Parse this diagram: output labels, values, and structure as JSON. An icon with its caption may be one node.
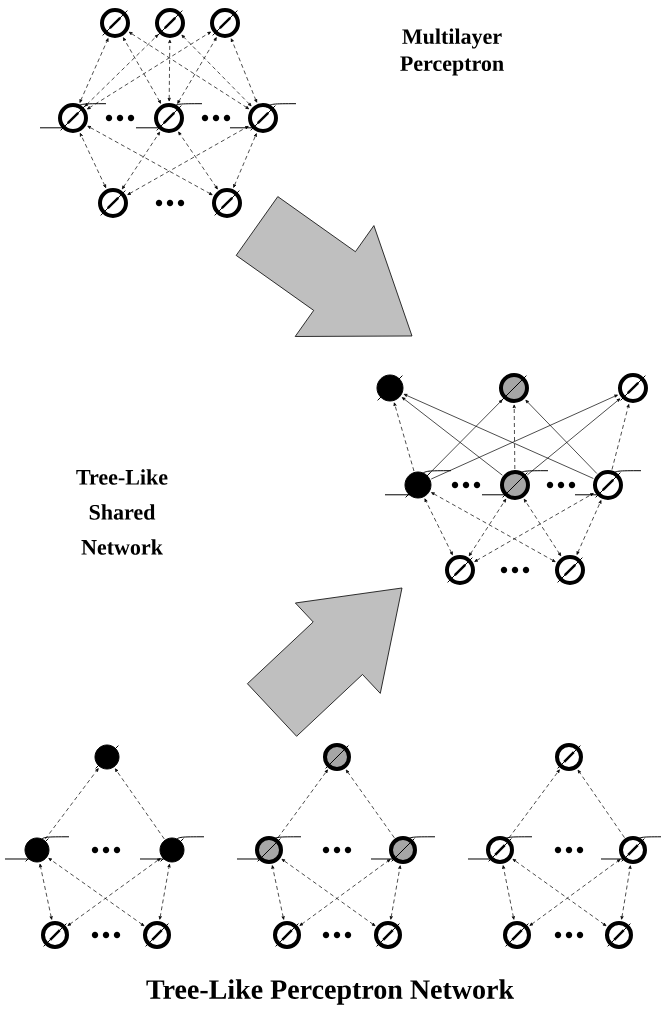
{
  "diagram": {
    "title": "Tree-Like Perceptron Network",
    "nodes": [
      {
        "text": [],
        "shape": "circle"
      },
      {
        "text": [],
        "shape": "circle"
      },
      {
        "text": [],
        "shape": "circle"
      },
      {
        "text": [],
        "shape": "circle"
      },
      {
        "text": [],
        "shape": "circle"
      },
      {
        "text": [],
        "shape": "circle"
      },
      {
        "text": [],
        "shape": "circle"
      },
      {
        "text": [],
        "shape": "circle"
      },
      {
        "text": [],
        "shape": "circle"
      },
      {
        "text": [],
        "shape": "circle"
      },
      {
        "text": [],
        "shape": "circle"
      },
      {
        "text": [],
        "shape": "circle"
      },
      {
        "text": [],
        "shape": "circle"
      },
      {
        "text": [],
        "shape": "circle"
      },
      {
        "text": [],
        "shape": "circle"
      },
      {
        "text": [],
        "shape": "circle"
      },
      {
        "text": [],
        "shape": "circle"
      },
      {
        "text": [],
        "shape": "circle"
      },
      {
        "text": [],
        "shape": "circle"
      },
      {
        "text": [],
        "shape": "circle"
      },
      {
        "text": [],
        "shape": "circle"
      },
      {
        "text": [],
        "shape": "circle"
      },
      {
        "text": [],
        "shape": "circle"
      },
      {
        "text": [],
        "shape": "circle"
      },
      {
        "text": [],
        "shape": "circle"
      },
      {
        "text": [],
        "shape": "circle"
      },
      {
        "text": [],
        "shape": "circle"
      },
      {
        "text": [],
        "shape": "circle"
      },
      {
        "text": [],
        "shape": "circle"
      },
      {
        "text": [],
        "shape": "circle"
      },
      {
        "text": [],
        "shape": "circle"
      }
    ],
    "edges": [
      {
        "from": 6,
        "to": 3,
        "arrow": "both",
        "style": "dashed"
      },
      {
        "from": 6,
        "to": 4,
        "arrow": "both",
        "style": "dashed"
      },
      {
        "from": 6,
        "to": 5,
        "arrow": "both",
        "style": "dashed"
      },
      {
        "from": 7,
        "to": 3,
        "arrow": "both",
        "style": "dashed"
      },
      {
        "from": 7,
        "to": 4,
        "arrow": "both",
        "style": "dashed"
      },
      {
        "from": 7,
        "to": 5,
        "arrow": "both",
        "style": "dashed"
      },
      {
        "from": 3,
        "to": 0,
        "arrow": "both",
        "style": "dashed"
      },
      {
        "from": 3,
        "to": 1,
        "arrow": "both",
        "style": "dashed"
      },
      {
        "from": 3,
        "to": 2,
        "arrow": "both",
        "style": "dashed"
      },
      {
        "from": 4,
        "to": 0,
        "arrow": "both",
        "style": "dashed"
      },
      {
        "from": 4,
        "to": 1,
        "arrow": "both",
        "style": "dashed"
      },
      {
        "from": 4,
        "to": 2,
        "arrow": "both",
        "style": "dashed"
      },
      {
        "from": 5,
        "to": 0,
        "arrow": "both",
        "style": "dashed"
      },
      {
        "from": 5,
        "to": 1,
        "arrow": "both",
        "style": "dashed"
      },
      {
        "from": 5,
        "to": 2,
        "arrow": "both",
        "style": "dashed"
      },
      {
        "from": 14,
        "to": 11,
        "arrow": "both",
        "style": "dashed"
      },
      {
        "from": 14,
        "to": 12,
        "arrow": "both",
        "style": "dashed"
      },
      {
        "from": 14,
        "to": 13,
        "arrow": "both",
        "style": "dashed"
      },
      {
        "from": 15,
        "to": 11,
        "arrow": "both",
        "style": "dashed"
      },
      {
        "from": 15,
        "to": 12,
        "arrow": "both",
        "style": "dashed"
      },
      {
        "from": 15,
        "to": 13,
        "arrow": "both",
        "style": "dashed"
      },
      {
        "from": 11,
        "to": 8,
        "arrow": "to",
        "style": "dashed"
      },
      {
        "from": 11,
        "to": 9,
        "arrow": "to"
      },
      {
        "from": 11,
        "to": 10,
        "arrow": "to"
      },
      {
        "from": 12,
        "to": 8,
        "arrow": "to"
      },
      {
        "from": 12,
        "to": 9,
        "arrow": "to",
        "style": "dashed"
      },
      {
        "from": 12,
        "to": 10,
        "arrow": "to"
      },
      {
        "from": 13,
        "to": 8,
        "arrow": "to"
      },
      {
        "from": 13,
        "to": 9,
        "arrow": "to"
      },
      {
        "from": 13,
        "to": 10,
        "arrow": "to",
        "style": "dashed"
      },
      {
        "from": 19,
        "to": 17,
        "arrow": "both",
        "style": "dashed"
      },
      {
        "from": 19,
        "to": 18,
        "arrow": "both",
        "style": "dashed"
      },
      {
        "from": 20,
        "to": 17,
        "arrow": "both",
        "style": "dashed"
      },
      {
        "from": 20,
        "to": 18,
        "arrow": "both",
        "style": "dashed"
      },
      {
        "from": 17,
        "to": 16,
        "arrow": "to",
        "style": "dashed"
      },
      {
        "from": 18,
        "to": 16,
        "arrow": "to",
        "style": "dashed"
      },
      {
        "from": 24,
        "to": 22,
        "arrow": "both",
        "style": "dashed"
      },
      {
        "from": 24,
        "to": 23,
        "arrow": "both",
        "style": "dashed"
      },
      {
        "from": 25,
        "to": 22,
        "arrow": "both",
        "style": "dashed"
      },
      {
        "from": 25,
        "to": 23,
        "arrow": "both",
        "style": "dashed"
      },
      {
        "from": 22,
        "to": 21,
        "arrow": "to",
        "style": "dashed"
      },
      {
        "from": 23,
        "to": 21,
        "arrow": "to",
        "style": "dashed"
      },
      {
        "from": 29,
        "to": 27,
        "arrow": "both",
        "style": "dashed"
      },
      {
        "from": 29,
        "to": 28,
        "arrow": "both",
        "style": "dashed"
      },
      {
        "from": 30,
        "to": 27,
        "arrow": "both",
        "style": "dashed"
      },
      {
        "from": 30,
        "to": 28,
        "arrow": "both",
        "style": "dashed"
      },
      {
        "from": 27,
        "to": 26,
        "arrow": "to",
        "style": "dashed"
      },
      {
        "from": 28,
        "to": 26,
        "arrow": "to",
        "style": "dashed"
      }
    ],
    "labels": [
      "Multilayer Perceptron",
      "Tree-Like Shared Network"
    ]
  }
}
